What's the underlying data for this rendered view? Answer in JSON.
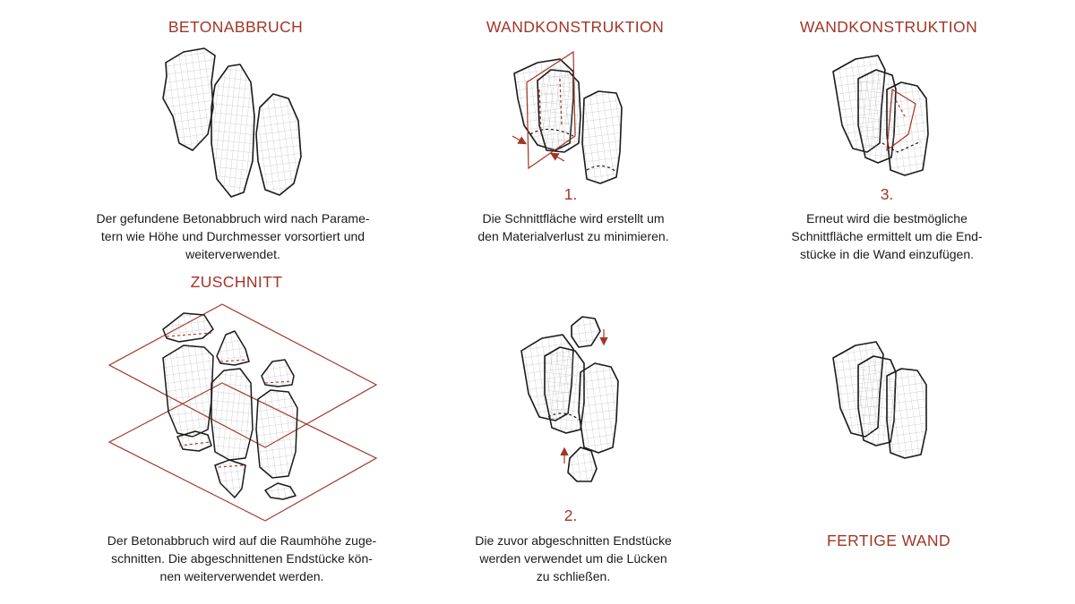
{
  "colors": {
    "accent": "#a33526",
    "ink": "#1a1a1a",
    "mesh": "#9a9a9a"
  },
  "panels": {
    "betonabbruch": {
      "heading": "BETONABBRUCH",
      "caption": [
        "Der gefundene Betonabbruch wird nach Parame-",
        "tern wie Höhe und Durchmesser vorsortiert und",
        "weiterverwendet."
      ]
    },
    "wand1": {
      "heading": "WANDKONSTRUKTION",
      "number": "1.",
      "caption": [
        "Die Schnittfläche wird erstellt um",
        "den Materialverlust zu minimieren."
      ]
    },
    "wand3": {
      "heading": "WANDKONSTRUKTION",
      "number": "3.",
      "caption": [
        "Erneut wird die bestmögliche",
        "Schnittfläche ermittelt um die End-",
        "stücke in die Wand einzufügen."
      ]
    },
    "zuschnitt": {
      "heading": "ZUSCHNITT",
      "caption": [
        "Der Betonabbruch wird auf die Raumhöhe zuge-",
        "schnitten. Die abgeschnittenen Endstücke kön-",
        "nen weiterverwendet werden."
      ]
    },
    "wand2": {
      "number": "2.",
      "caption": [
        "Die zuvor abgeschnitten Endstücke",
        "werden verwendet um die Lücken",
        "zu schließen."
      ]
    },
    "fertig": {
      "heading": "FERTIGE WAND"
    }
  }
}
